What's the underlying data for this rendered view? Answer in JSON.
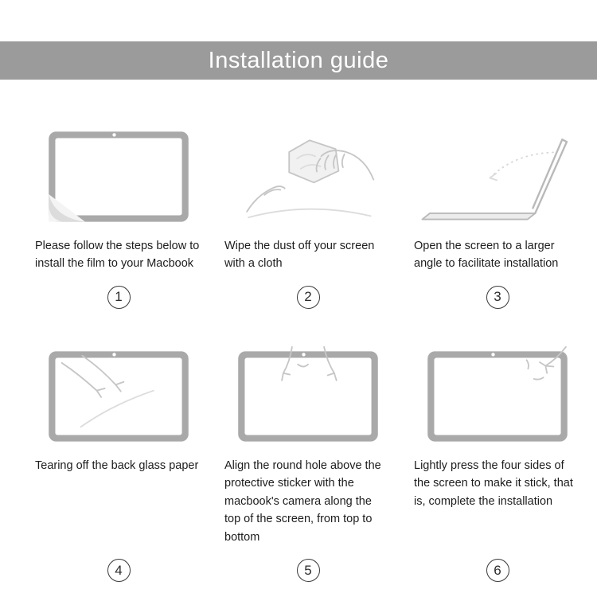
{
  "header": {
    "title": "Installation guide"
  },
  "colors": {
    "banner_bg": "#9b9b9b",
    "line_art": "#c6c6c6",
    "device_frame": "#a9a9a9",
    "text": "#1d1d1d"
  },
  "steps": [
    {
      "number": "1",
      "icon": "macbook-film-peel-illustration",
      "caption": "Please follow the steps below to install the film to your Macbook"
    },
    {
      "number": "2",
      "icon": "wipe-cloth-illustration",
      "caption": "Wipe the dust off your screen with a cloth"
    },
    {
      "number": "3",
      "icon": "open-laptop-illustration",
      "caption": "Open the screen to a larger angle to facilitate installation"
    },
    {
      "number": "4",
      "icon": "tear-back-paper-illustration",
      "caption": "Tearing off the back glass paper"
    },
    {
      "number": "5",
      "icon": "align-camera-hole-illustration",
      "caption": "Align the round hole above the protective sticker with the macbook's camera along the top of the screen, from top to bottom"
    },
    {
      "number": "6",
      "icon": "press-four-sides-illustration",
      "caption": "Lightly press the four sides of the screen to make it stick, that is, complete the installation"
    }
  ]
}
